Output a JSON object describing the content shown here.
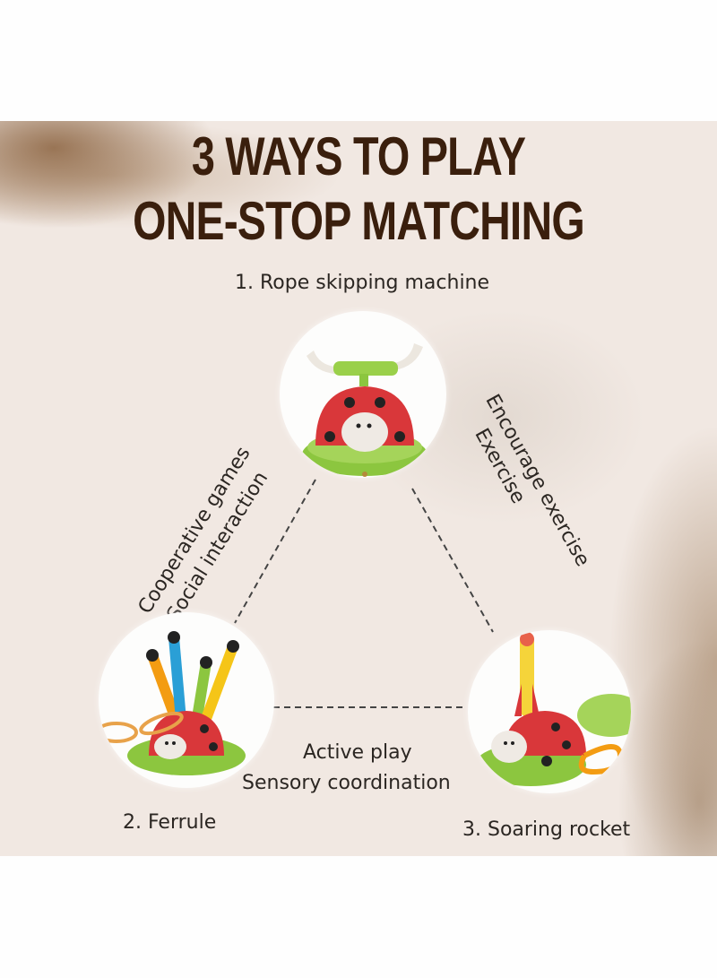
{
  "header": {
    "line1": "3 WAYS TO PLAY",
    "line2": "ONE-STOP MATCHING"
  },
  "modes": [
    {
      "label": "1. Rope skipping machine",
      "icon": "ladybug-rope-skipper-icon"
    },
    {
      "label": "2. Ferrule",
      "icon": "ladybug-ring-toss-icon"
    },
    {
      "label": "3. Soaring rocket",
      "icon": "ladybug-rocket-launcher-icon"
    }
  ],
  "benefits": {
    "left": [
      "Cooperative games",
      "Social interaction"
    ],
    "right": [
      "Encourage exercise",
      "Exercise"
    ],
    "bottom": [
      "Active play",
      "Sensory coordination"
    ]
  },
  "colors": {
    "title": "#3a1f0d",
    "text": "#2b2622",
    "background": "#f1e8e2",
    "ladybug_red": "#d9373a",
    "base_green": "#8cc63f"
  }
}
